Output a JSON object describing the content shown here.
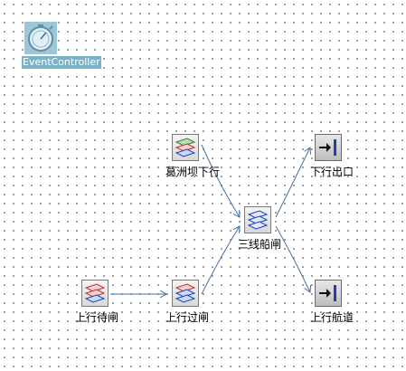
{
  "event_controller": {
    "label": "EventController"
  },
  "nodes": {
    "gezhouba_down": {
      "label": "葛洲坝下行"
    },
    "three_gorges_lock": {
      "label": "三线船闸"
    },
    "down_exit": {
      "label": "下行出口"
    },
    "up_channel": {
      "label": "上行航道"
    },
    "up_wait": {
      "label": "上行待闸"
    },
    "up_pass": {
      "label": "上行过闸"
    }
  },
  "colors": {
    "edge": "#4a6fa5",
    "grid_dot": "#6f6f6f",
    "controller_label_bg": "#7ab3c9"
  }
}
